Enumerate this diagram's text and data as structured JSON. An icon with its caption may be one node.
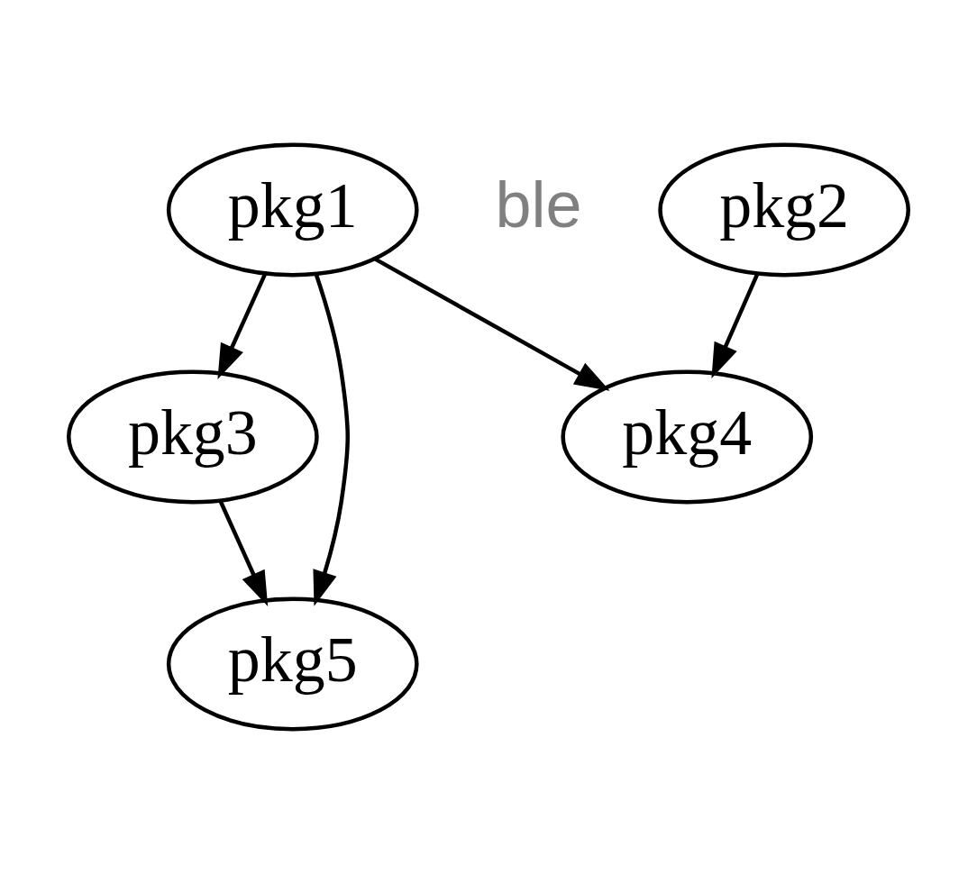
{
  "diagram": {
    "nodes": [
      {
        "text": [
          "pkg2"
        ]
      },
      {
        "text": [
          "pkg1"
        ]
      },
      {
        "text": [
          "pkg4"
        ]
      },
      {
        "text": [
          "pkg3"
        ]
      },
      {
        "text": [
          "pkg5"
        ]
      }
    ],
    "edges": [
      {
        "from": 0,
        "to": 2,
        "arrow": "to"
      },
      {
        "from": 1,
        "to": 2,
        "arrow": "to"
      },
      {
        "from": 1,
        "to": 4,
        "arrow": "to"
      },
      {
        "from": 1,
        "to": 3,
        "arrow": "to"
      },
      {
        "from": 3,
        "to": 4,
        "arrow": "to"
      }
    ],
    "labels": [
      "ble"
    ]
  }
}
